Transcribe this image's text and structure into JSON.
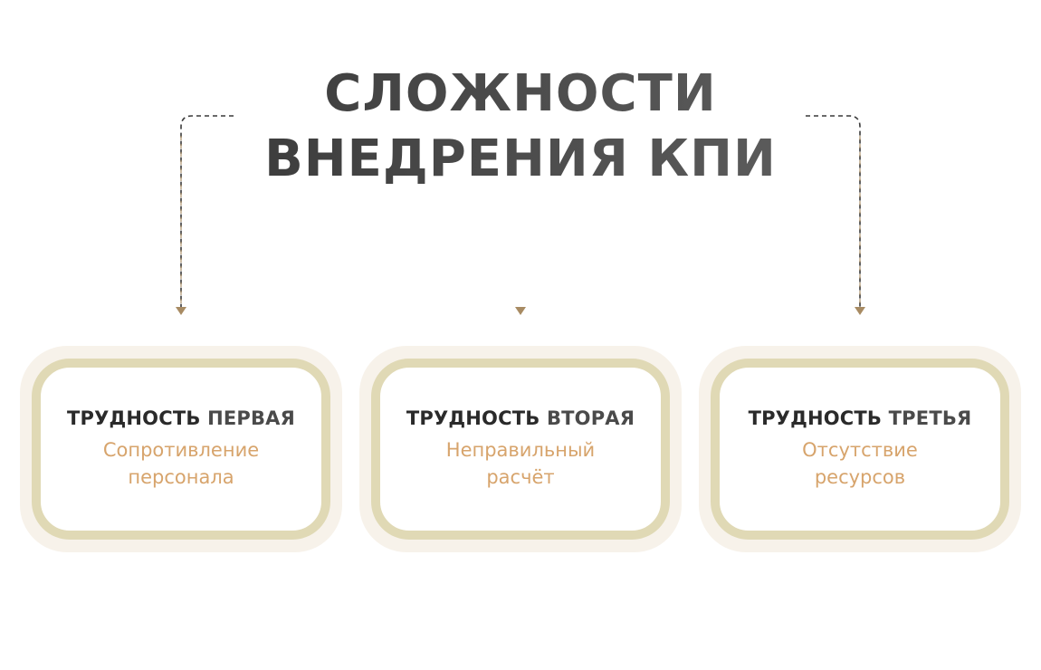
{
  "title": {
    "line1": "СЛОЖНОСТИ",
    "line2": "ВНЕДРЕНИЯ КПИ"
  },
  "colors": {
    "border": "#e0d9b5",
    "accent": "#d7a46c",
    "arrow": "#a88b63"
  },
  "cards": [
    {
      "head_a": "ТРУДНОСТЬ ",
      "head_b": "ПЕРВАЯ",
      "line1": "Сопротивление",
      "line2": "персонала"
    },
    {
      "head_a": "ТРУДНОСТЬ ",
      "head_b": "ВТОРАЯ",
      "line1": "Неправильный",
      "line2": "расчёт"
    },
    {
      "head_a": "ТРУДНОСТЬ ",
      "head_b": "ТРЕТЬЯ",
      "line1": "Отсутствие",
      "line2": "ресурсов"
    }
  ]
}
